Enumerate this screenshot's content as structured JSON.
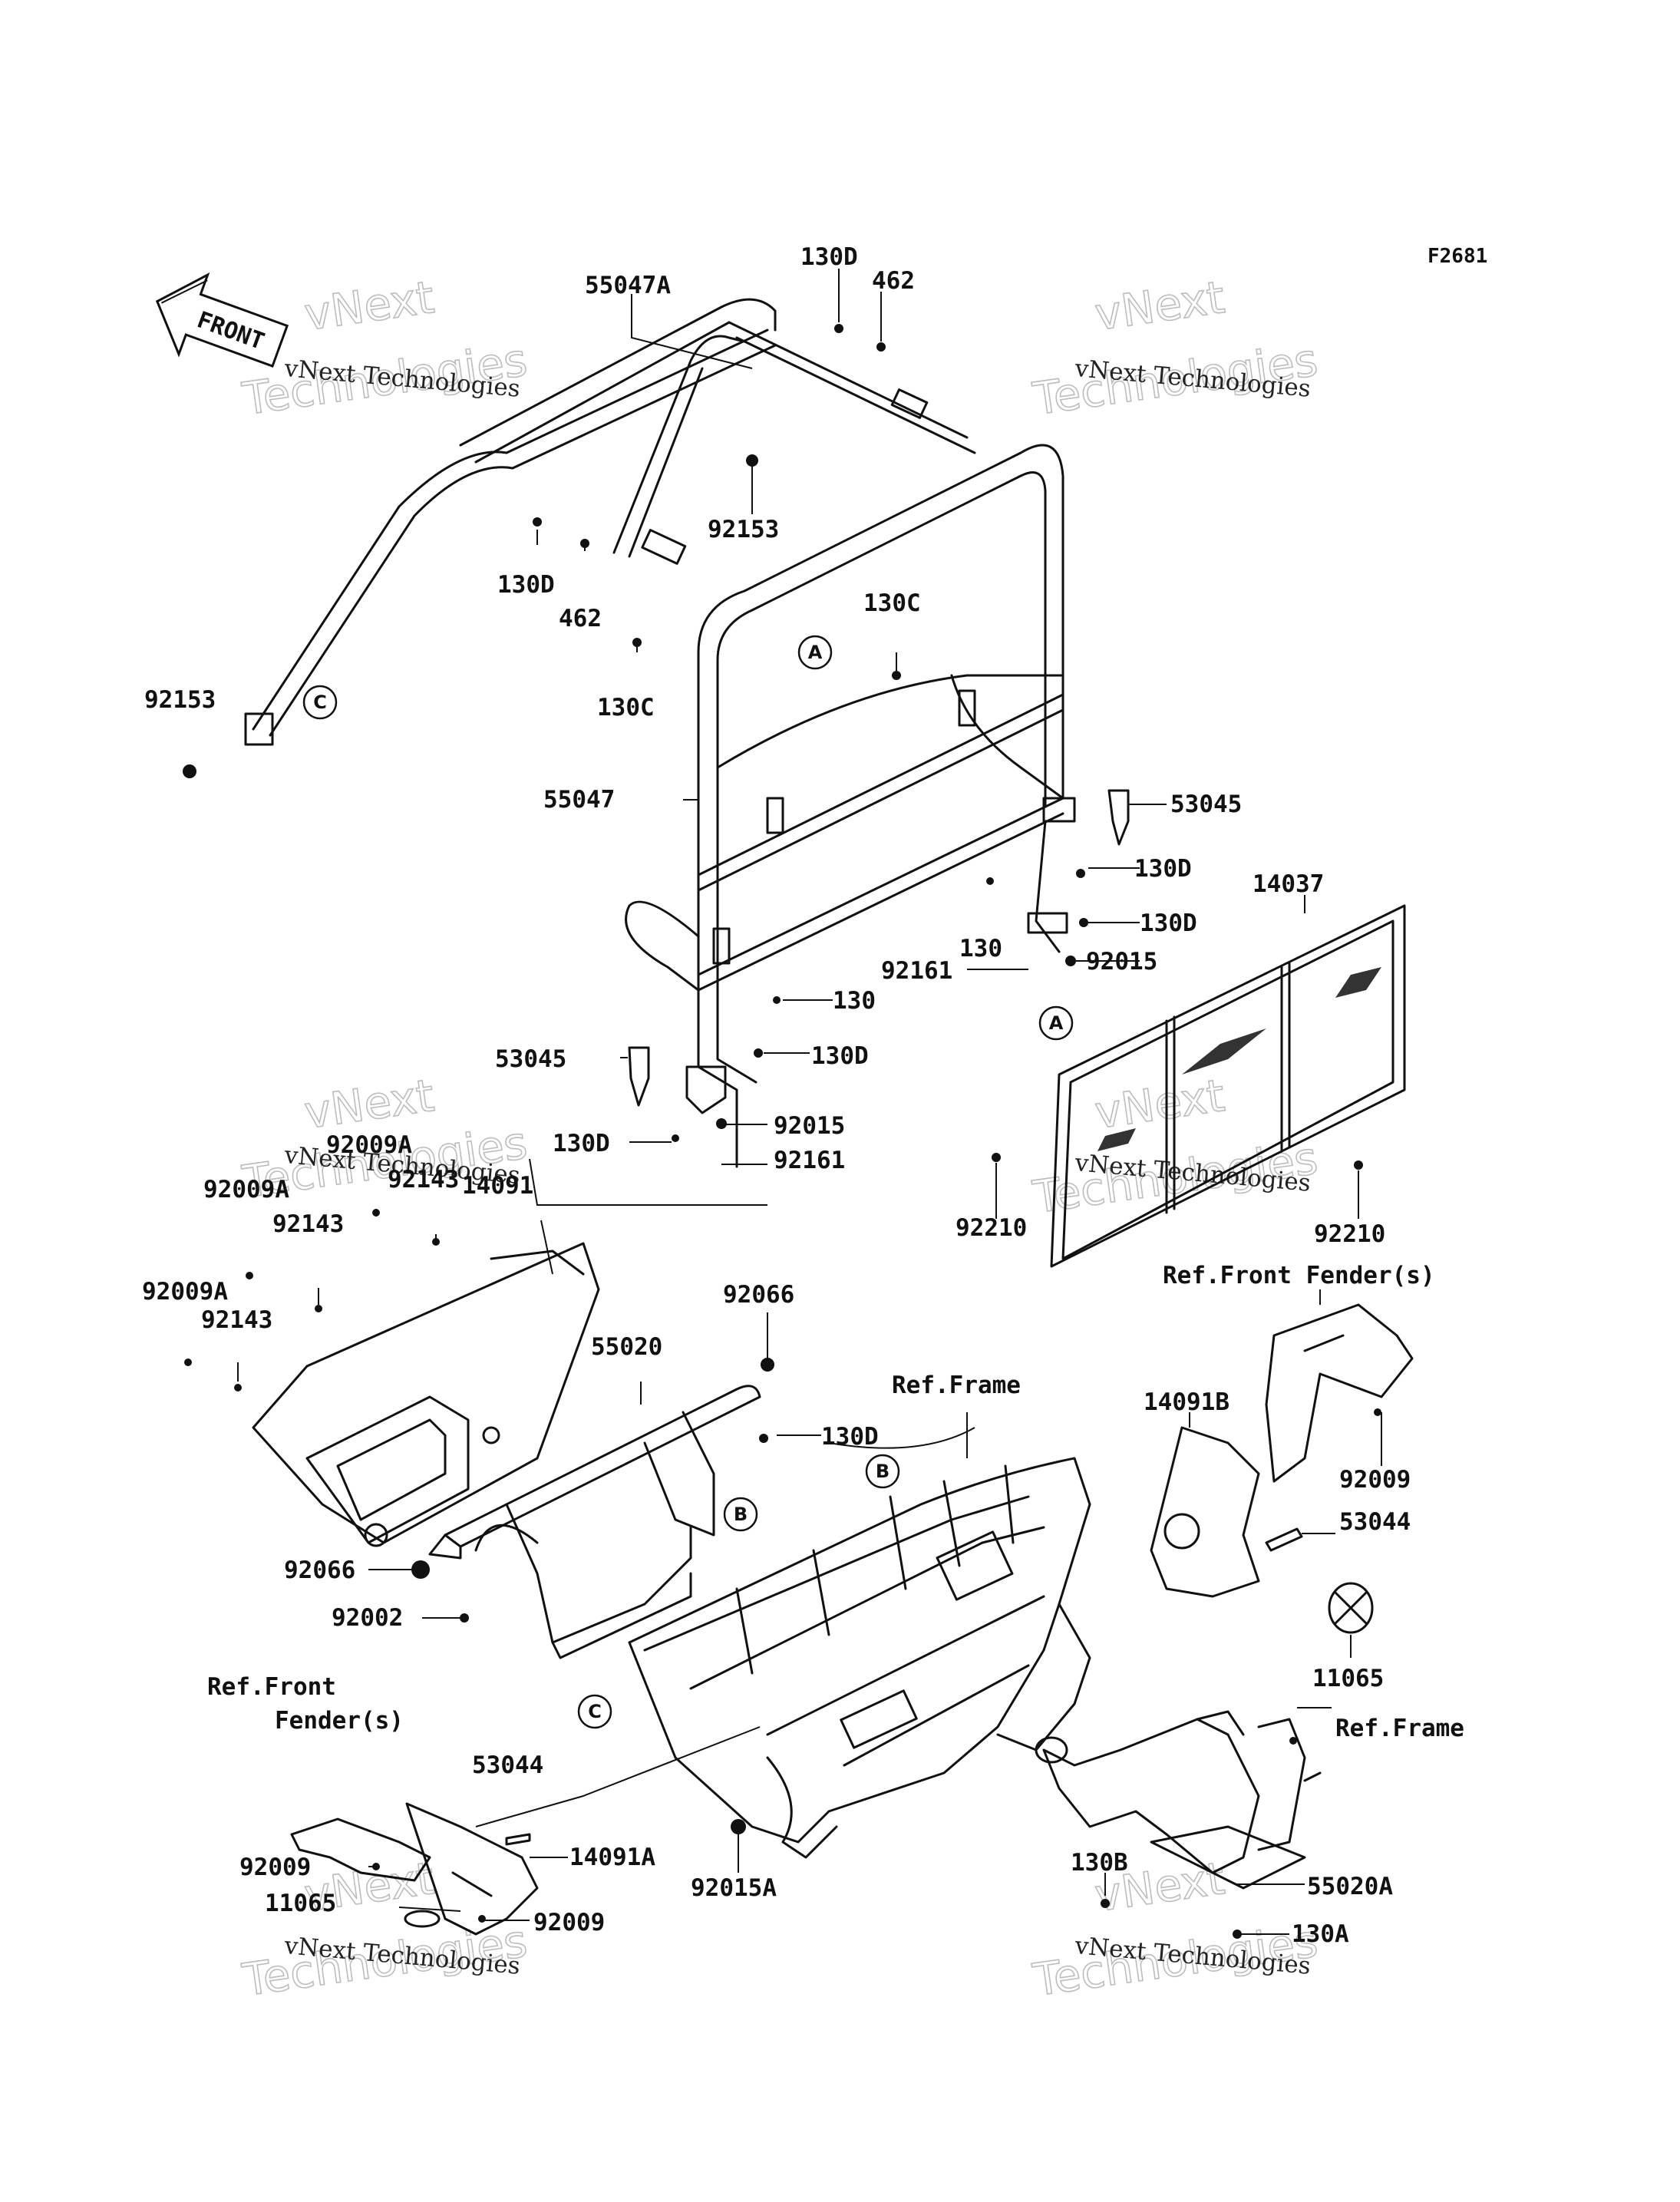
{
  "figure_code": "F2681",
  "front_badge": "FRONT",
  "watermark": {
    "line1": "vNext Technologies",
    "line2": "Technologies",
    "line3": "vNext"
  },
  "labels": {
    "l_55047A": "55047A",
    "l_130D_top": "130D",
    "l_462_top": "462",
    "l_92153_mid": "92153",
    "l_130D_mid": "130D",
    "l_462_mid": "462",
    "l_130C_left": "130C",
    "l_130C_right": "130C",
    "l_92153_left": "92153",
    "l_55047": "55047",
    "l_53045_right": "53045",
    "l_14037": "14037",
    "l_130D_r1": "130D",
    "l_130_r": "130",
    "l_130D_r2": "130D",
    "l_92161_r": "92161",
    "l_92015_r": "92015",
    "l_130_mid": "130",
    "l_130D_lo": "130D",
    "l_53045_left": "53045",
    "l_92015_lo": "92015",
    "l_130D_lo2": "130D",
    "l_92161_lo": "92161",
    "l_92210_left": "92210",
    "l_92210_right": "92210",
    "l_92009A_top": "92009A",
    "l_92143_top": "92143",
    "l_14091": "14091",
    "l_92009A_mid": "92009A",
    "l_92143_mid": "92143",
    "l_92009A_lo": "92009A",
    "l_92143_lo": "92143",
    "l_92066_top": "92066",
    "l_55020": "55020",
    "l_130D_bumper": "130D",
    "l_92066_lo": "92066",
    "l_92002": "92002",
    "l_ref_frame_top": "Ref.Frame",
    "l_ref_ffender_right": "Ref.Front Fender(s)",
    "l_14091B": "14091B",
    "l_92009_right": "92009",
    "l_53044_right": "53044",
    "l_11065_right": "11065",
    "l_ref_front_left": "Ref.Front",
    "l_fender_left": "Fender(s)",
    "l_53044_left": "53044",
    "l_14091A": "14091A",
    "l_92009_left": "92009",
    "l_11065_left": "11065",
    "l_92009_left2": "92009",
    "l_92015A": "92015A",
    "l_ref_frame_right": "Ref.Frame",
    "l_130B": "130B",
    "l_55020A": "55020A",
    "l_130A": "130A"
  },
  "callouts": {
    "A": "A",
    "B": "B",
    "C": "C"
  }
}
